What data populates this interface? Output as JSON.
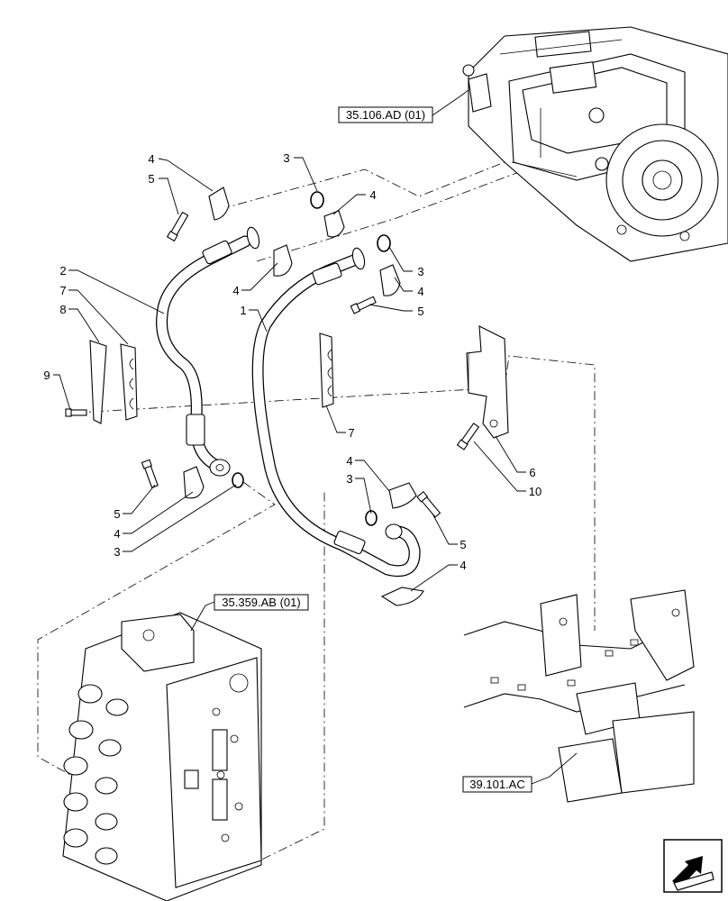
{
  "references": {
    "pump": "35.106.AD (01)",
    "valve": "35.359.AB (01)",
    "frame": "39.101.AC"
  },
  "callouts": {
    "c1": "1",
    "c2": "2",
    "c3a": "3",
    "c3b": "3",
    "c3c": "3",
    "c3d": "3",
    "c4a": "4",
    "c4b": "4",
    "c4c": "4",
    "c4d": "4",
    "c4e": "4",
    "c4f": "4",
    "c4g": "4",
    "c5a": "5",
    "c5b": "5",
    "c5c": "5",
    "c5d": "5",
    "c6": "6",
    "c7a": "7",
    "c7b": "7",
    "c8": "8",
    "c9": "9",
    "c10": "10"
  },
  "icons": {
    "navigation": "previous-page-arrow-icon"
  }
}
